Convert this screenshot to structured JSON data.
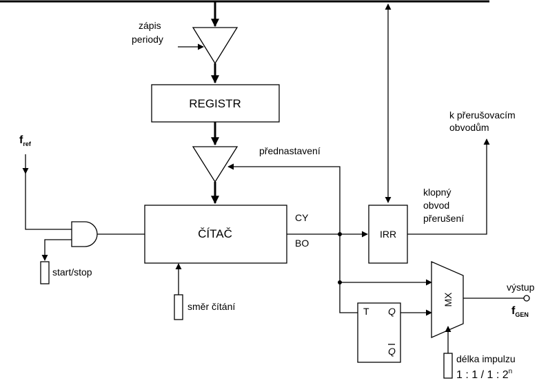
{
  "blocks": {
    "register": "REGISTR",
    "counter": "ČÍTAČ",
    "irr": "IRR",
    "mux": "MX",
    "flipflop_t": "T",
    "flipflop_q": "Q",
    "flipflop_qbar": "Q"
  },
  "labels": {
    "zapis_line1": "zápis",
    "zapis_line2": "periody",
    "fref_main": "f",
    "fref_sub": "ref",
    "prednastaveni": "přednastavení",
    "cy": "CY",
    "bo": "BO",
    "klopny_line1": "klopný",
    "klopny_line2": "obvod",
    "klopny_line3": "přerušení",
    "interrupt_line1": "k přerušovacím",
    "interrupt_line2": "obvodům",
    "start_stop": "start/stop",
    "smer": "směr čítání",
    "vystup": "výstup",
    "fgen_main": "f",
    "fgen_sub": "GEN",
    "delka": "délka impulzu",
    "ratio_text": "1 : 1 / 1 : 2",
    "ratio_sup": "n"
  }
}
